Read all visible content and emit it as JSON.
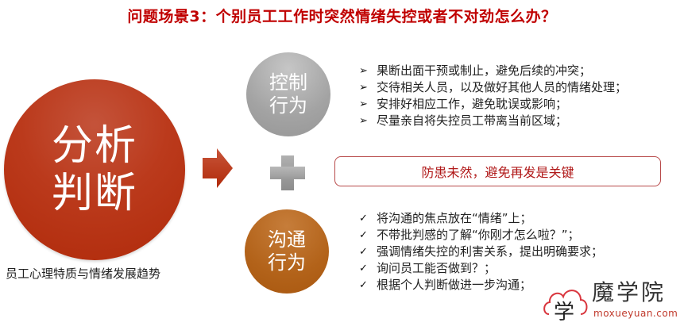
{
  "title": "问题场景3：个别员工工作时突然情绪失控或者不对劲怎么办？",
  "analysis": {
    "line1": "分析",
    "line2": "判断",
    "caption": "员工心理特质与情绪发展趋势",
    "color": "#b83415"
  },
  "arrow": {
    "icon": "arrow-right-icon",
    "color": "#c03a1a"
  },
  "plus": {
    "icon": "plus-icon",
    "color": "#9e9e9e"
  },
  "control": {
    "line1": "控制",
    "line2": "行为",
    "color": "#a6a6a6",
    "bullet": "➢",
    "items": [
      "果断出面干预或制止，避免后续的冲突；",
      "交待相关人员，以及做好其他人员的情绪处理；",
      "安排好相应工作，避免耽误或影响；",
      "尽量亲自将失控员工带离当前区域；"
    ]
  },
  "key_message": {
    "text": "防患未然，避免再发是关键",
    "color": "#b01818"
  },
  "communicate": {
    "line1": "沟通",
    "line2": "行为",
    "color": "#b3631a",
    "bullet": "✓",
    "items": [
      "将沟通的焦点放在“情绪”上；",
      "不带批判感的了解“你刚才怎么啦？”；",
      "强调情绪失控的利害关系，提出明确要求；",
      "询问员工能否做到？；",
      "根据个人判断做进一步沟通；"
    ]
  },
  "logo": {
    "mark": "学",
    "name": "魔学院",
    "url": "moxueyuan.com"
  }
}
